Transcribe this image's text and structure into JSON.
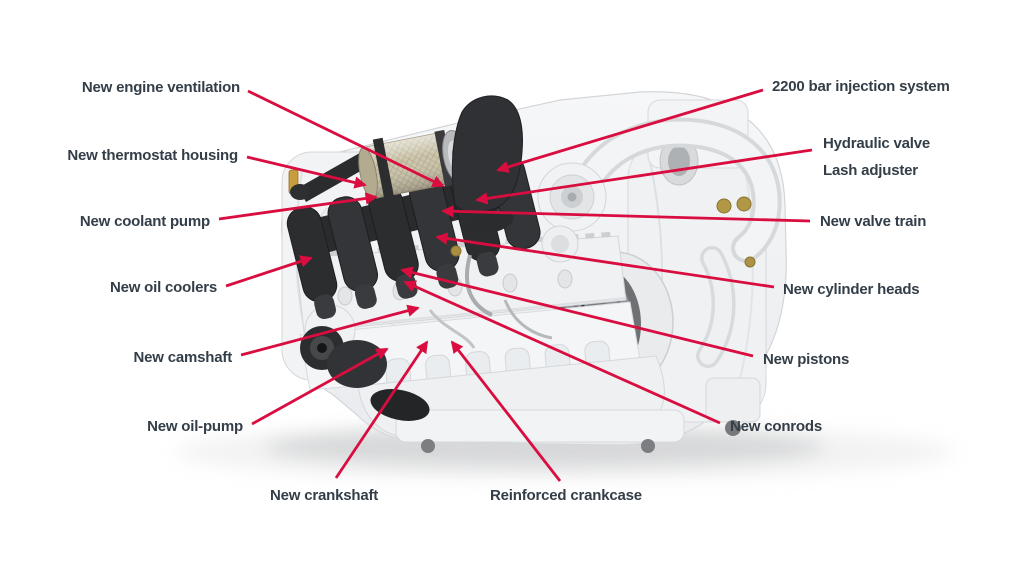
{
  "page": {
    "background": "#ffffff"
  },
  "colors": {
    "label_text": "#333e48",
    "leader_line": "#d90d3f"
  },
  "illustration": {
    "subject": "engine-cutaway-annotated"
  },
  "labels": {
    "left": [
      {
        "id": "engine-ventilation",
        "text": "New engine ventilation"
      },
      {
        "id": "thermostat-housing",
        "text": "New thermostat housing"
      },
      {
        "id": "coolant-pump",
        "text": "New coolant pump"
      },
      {
        "id": "oil-coolers",
        "text": "New oil coolers"
      },
      {
        "id": "camshaft",
        "text": "New camshaft"
      },
      {
        "id": "oil-pump",
        "text": "New oil-pump"
      },
      {
        "id": "crankshaft",
        "text": "New crankshaft"
      }
    ],
    "right": [
      {
        "id": "injection-system",
        "text": "2200 bar injection system"
      },
      {
        "id": "hydraulic-valve-lash-adjuster",
        "line1": "Hydraulic valve",
        "line2": "Lash adjuster"
      },
      {
        "id": "valve-train",
        "text": "New valve train"
      },
      {
        "id": "cylinder-heads",
        "text": "New cylinder heads"
      },
      {
        "id": "pistons",
        "text": "New pistons"
      },
      {
        "id": "conrods",
        "text": "New conrods"
      }
    ],
    "bottom": [
      {
        "id": "reinforced-crankcase",
        "text": "Reinforced crankcase"
      }
    ]
  }
}
